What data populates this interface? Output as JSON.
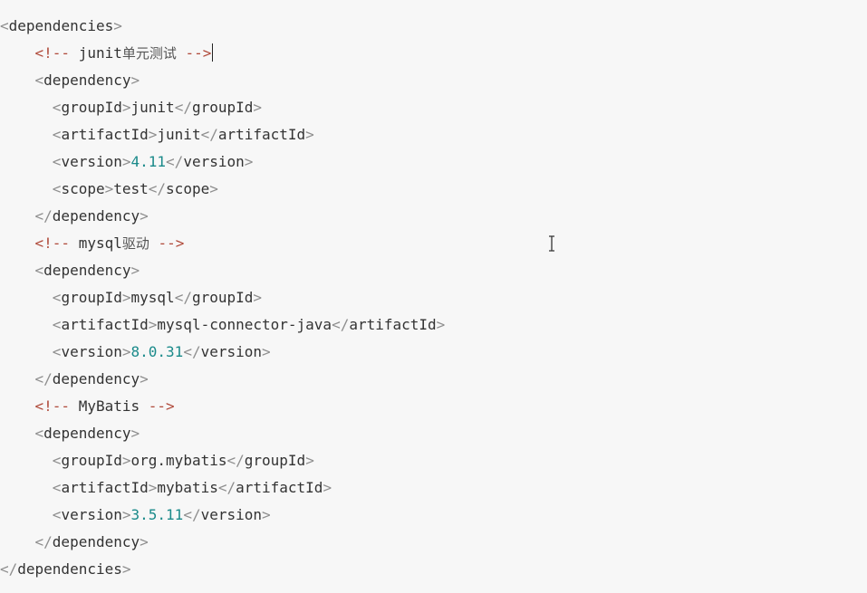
{
  "code": {
    "dependencies_tag": "dependencies",
    "comment_open": "<!--",
    "comment_close": "-->",
    "junit": {
      "comment_label": "junit",
      "comment_cn": "单元测试",
      "group_id": "junit",
      "artifact_id": "junit",
      "version": "4.11",
      "scope": "test"
    },
    "mysql": {
      "comment_label": "mysql",
      "comment_cn": "驱动",
      "group_id": "mysql",
      "artifact_id": "mysql-connector-java",
      "version": "8.0.31"
    },
    "mybatis": {
      "comment_label": "MyBatis",
      "group_id": "org.mybatis",
      "artifact_id": "mybatis",
      "version": "3.5.11"
    },
    "tags": {
      "dependency": "dependency",
      "group_id": "groupId",
      "artifact_id": "artifactId",
      "version": "version",
      "scope": "scope"
    }
  },
  "colors": {
    "background": "#f7f7f7",
    "tag": "#333333",
    "bracket": "#8e8e8e",
    "number": "#1a8a8a",
    "comment_marker": "#b04a3a"
  },
  "icons": [
    "text-caret-icon",
    "ibeam-cursor-icon"
  ]
}
